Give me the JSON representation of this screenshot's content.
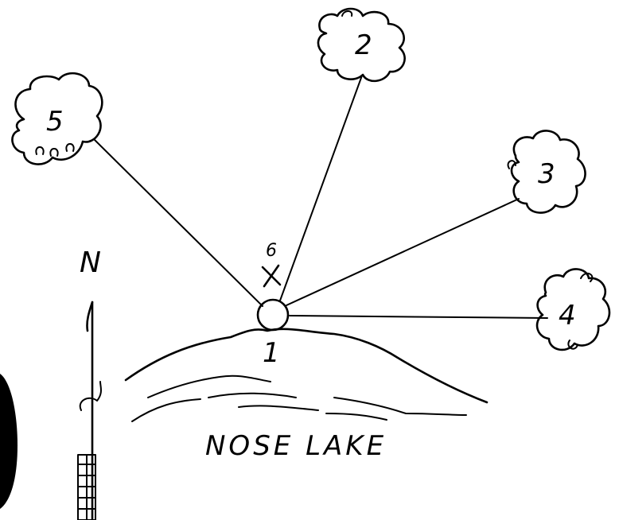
{
  "north_label": "N",
  "lake_label": "NOSE LAKE",
  "center": {
    "label": "1",
    "marker_label": "6"
  },
  "clouds": [
    {
      "id": "cloud-2",
      "label": "2"
    },
    {
      "id": "cloud-3",
      "label": "3"
    },
    {
      "id": "cloud-4",
      "label": "4"
    },
    {
      "id": "cloud-5",
      "label": "5"
    }
  ],
  "colors": {
    "ink": "#000000",
    "paper": "#ffffff"
  }
}
